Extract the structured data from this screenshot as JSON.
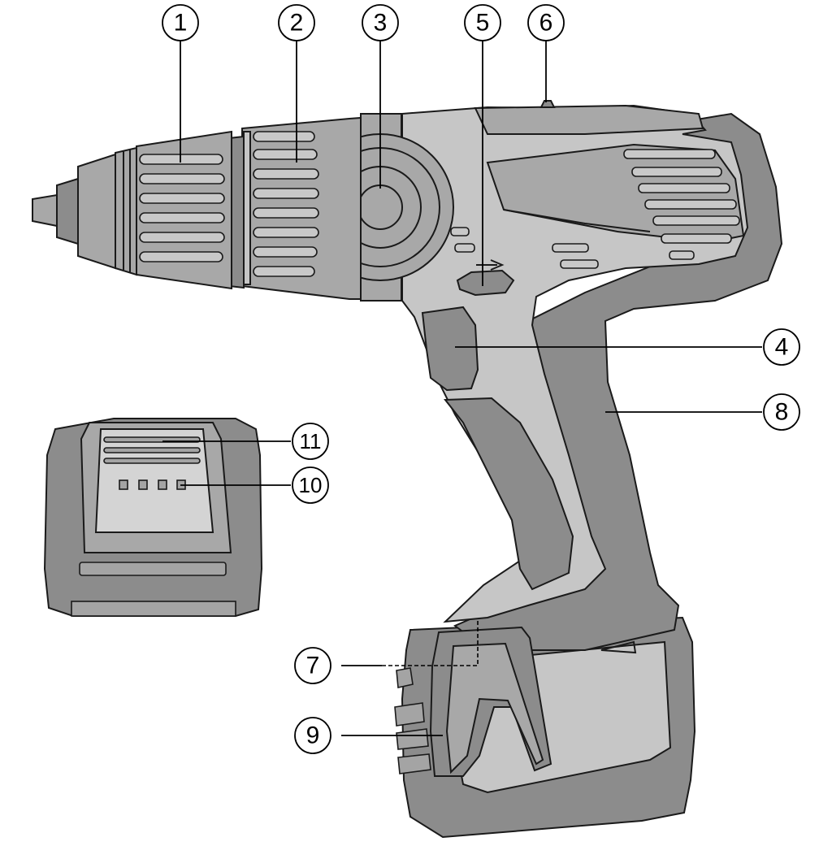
{
  "callouts": {
    "c1": "1",
    "c2": "2",
    "c3": "3",
    "c4": "4",
    "c5": "5",
    "c6": "6",
    "c7": "7",
    "c8": "8",
    "c9": "9",
    "c10": "10",
    "c11": "11"
  },
  "colors": {
    "dark_grey": "#8c8c8c",
    "mid_grey": "#a8a8a8",
    "light_grey": "#c6c6c6",
    "outline": "#1a1a1a"
  }
}
